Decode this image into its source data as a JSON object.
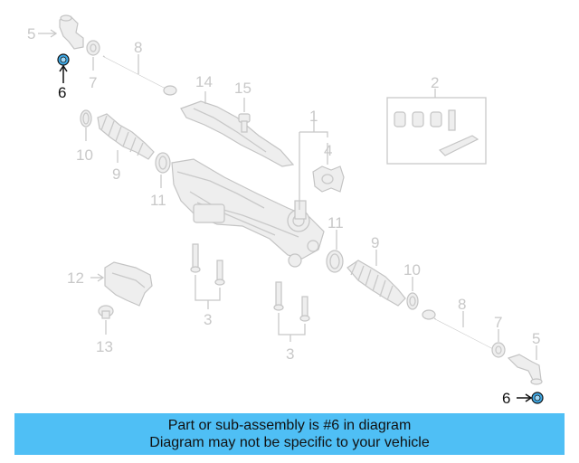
{
  "diagram": {
    "callouts": {
      "c1": "1",
      "c2": "2",
      "c3a": "3",
      "c3b": "3",
      "c4": "4",
      "c5a": "5",
      "c5b": "5",
      "c6a": "6",
      "c6b": "6",
      "c7a": "7",
      "c7b": "7",
      "c8a": "8",
      "c8b": "8",
      "c9a": "9",
      "c9b": "9",
      "c10a": "10",
      "c10b": "10",
      "c11a": "11",
      "c11b": "11",
      "c12": "12",
      "c13": "13",
      "c14": "14",
      "c15": "15"
    },
    "highlight_part": "6",
    "colors": {
      "highlight_fill": "#3fa9e6",
      "banner": "#4fbff5",
      "faded": "#c8c8c8"
    }
  },
  "banner": {
    "line1": "Part or sub-assembly is #6 in diagram",
    "line2": "Diagram may not be specific to your vehicle"
  }
}
